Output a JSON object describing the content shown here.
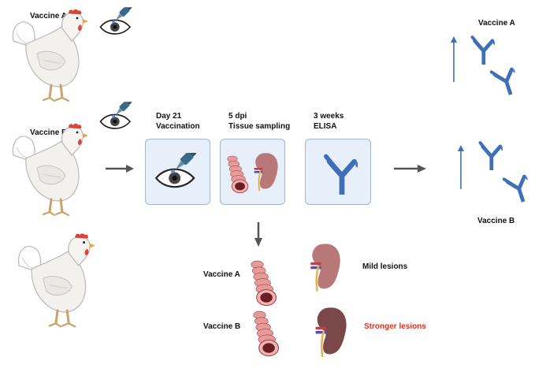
{
  "groups": {
    "vaccine_a": "Vaccine A",
    "vaccine_b": "Vaccine B"
  },
  "steps": [
    {
      "line1": "Day 21",
      "line2": "Vaccination"
    },
    {
      "line1": "5 dpi",
      "line2": "Tissue sampling"
    },
    {
      "line1": "3 weeks",
      "line2": "ELISA"
    }
  ],
  "results": {
    "antibody_a_label": "Vaccine A",
    "antibody_b_label": "Vaccine B",
    "lesions": {
      "row_a_label": "Vaccine A",
      "row_a_result": "Mild lesions",
      "row_b_label": "Vaccine B",
      "row_b_result": "Stronger lesions"
    }
  },
  "colors": {
    "panel_bg": "#e6effa",
    "panel_border": "#9fb7d6",
    "antibody": "#3f6fb8",
    "kidney_mild": "#b87878",
    "kidney_strong": "#7a4848",
    "trachea": "#e79a9a",
    "stronger_text": "#e0301e",
    "arrow": "#555555"
  }
}
